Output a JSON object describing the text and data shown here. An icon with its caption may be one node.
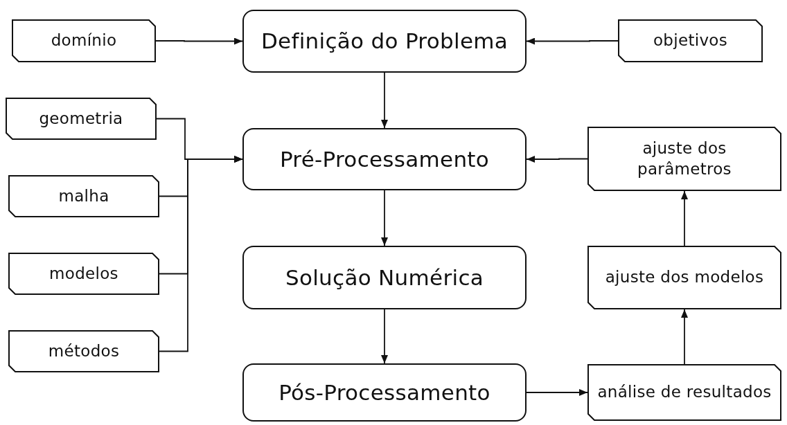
{
  "diagram": {
    "nodes": [
      {
        "text": [
          "Definição do Problema"
        ]
      },
      {
        "text": [
          "domínio"
        ]
      },
      {
        "text": [
          "objetivos"
        ]
      },
      {
        "text": [
          "geometria"
        ]
      },
      {
        "text": [
          "malha"
        ]
      },
      {
        "text": [
          "modelos"
        ]
      },
      {
        "text": [
          "métodos"
        ]
      },
      {
        "text": [
          "Pré-Processamento"
        ]
      },
      {
        "text": [
          "Solução Numérica"
        ]
      },
      {
        "text": [
          "Pós-Processamento"
        ]
      },
      {
        "text": [
          "ajuste dos parâmetros"
        ]
      },
      {
        "text": [
          "ajuste dos modelos"
        ]
      },
      {
        "text": [
          "análise de resultados"
        ]
      }
    ],
    "edges": [
      {
        "from": 1,
        "to": 0,
        "arrow": "to"
      },
      {
        "from": 2,
        "to": 0,
        "arrow": "to"
      },
      {
        "from": 0,
        "to": 7,
        "arrow": "to"
      },
      {
        "from": 3,
        "to": 7,
        "arrow": "to"
      },
      {
        "from": 4,
        "to": 7,
        "arrow": "to"
      },
      {
        "from": 5,
        "to": 7,
        "arrow": "to"
      },
      {
        "from": 6,
        "to": 7,
        "arrow": "to"
      },
      {
        "from": 10,
        "to": 7,
        "arrow": "to"
      },
      {
        "from": 7,
        "to": 8,
        "arrow": "to"
      },
      {
        "from": 8,
        "to": 9,
        "arrow": "to"
      },
      {
        "from": 9,
        "to": 12,
        "arrow": "to"
      },
      {
        "from": 12,
        "to": 11,
        "arrow": "to"
      },
      {
        "from": 11,
        "to": 10,
        "arrow": "to"
      }
    ]
  }
}
